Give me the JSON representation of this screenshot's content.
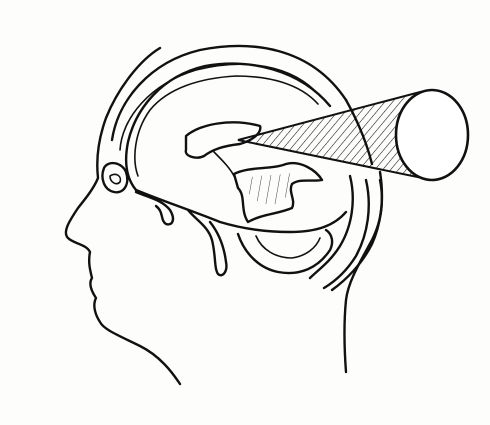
{
  "figure": {
    "caption": "",
    "colors": {
      "ink": "#111111",
      "paper": "#fdfdfb",
      "beam_shading": "#333333"
    },
    "parts": [
      "head-profile",
      "skull-outline",
      "brain-cavity",
      "lateral-ventricle",
      "light-beam-cone",
      "beam-source-disc",
      "brainstem",
      "cerebellum"
    ]
  }
}
